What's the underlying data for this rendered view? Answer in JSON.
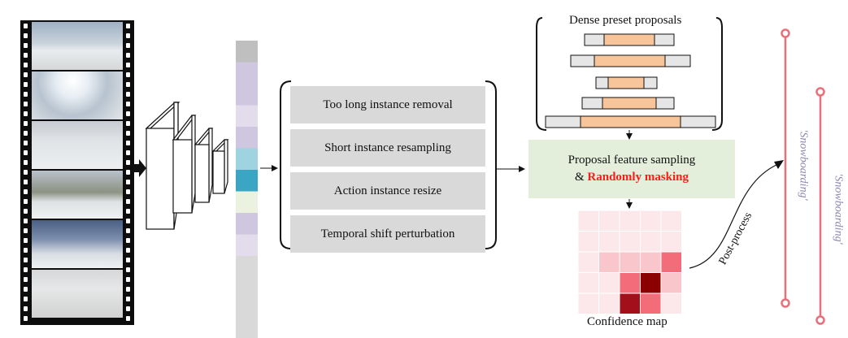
{
  "augmentations": [
    "Too long instance removal",
    "Short instance resampling",
    "Action instance resize",
    "Temporal shift perturbation"
  ],
  "proposals_title": "Dense preset proposals",
  "feature_sampling": {
    "line1": "Proposal feature sampling",
    "line2_prefix": "& ",
    "line2_highlight": "Randomly masking"
  },
  "confidence_label": "Confidence map",
  "postprocess_label": "Post-process",
  "outputs": [
    "'Snowboarding'",
    "'Snowboarding'"
  ],
  "colors": {
    "proposal_fill": "#f8c59b",
    "feature_box": "#e3eedb",
    "augment_box": "#d9d9d9",
    "highlight_text": "#ff1a1a",
    "output_line": "#e8707a",
    "output_text": "#8f86b3"
  }
}
